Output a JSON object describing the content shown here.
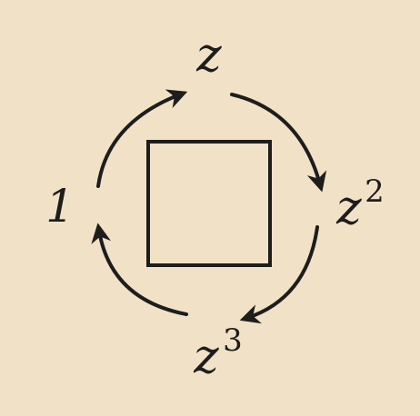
{
  "diagram": {
    "nodes": {
      "top": {
        "base": "z",
        "exponent": ""
      },
      "right": {
        "base": "z",
        "exponent": "2"
      },
      "bottom": {
        "base": "z",
        "exponent": "3"
      },
      "left": {
        "base": "1",
        "exponent": ""
      }
    },
    "cycle": [
      "1",
      "z",
      "z²",
      "z³"
    ],
    "arrow_direction": "clockwise",
    "colors": {
      "background": "#f1e2c7",
      "ink": "#1d1d1d"
    }
  }
}
